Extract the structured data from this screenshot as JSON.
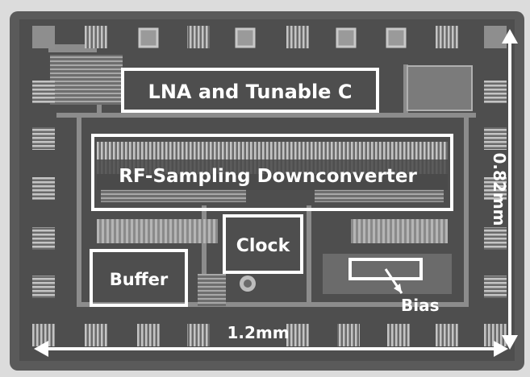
{
  "labels": {
    "lna": "LNA and Tunable C",
    "rf": "RF-Sampling Downconverter",
    "clock": "Clock",
    "buffer": "Buffer",
    "bias": "Bias",
    "width": "1.2mm",
    "height": "0.82mm"
  },
  "colors": {
    "background": "#d9d9d9",
    "die": "#5a5a5a",
    "pad": "#9a9a9a",
    "annotation": "#ffffff"
  }
}
